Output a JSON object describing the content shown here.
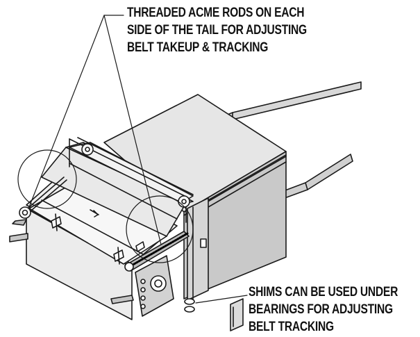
{
  "callouts": {
    "acme_rods": {
      "lines": [
        "THREADED ACME RODS ON EACH",
        "SIDE OF THE TAIL FOR ADJUSTING",
        "BELT TAKEUP & TRACKING"
      ]
    },
    "shims": {
      "lines": [
        "SHIMS CAN BE USED UNDER",
        "BEARINGS FOR ADJUSTING",
        "BELT TRACKING"
      ]
    }
  },
  "colors": {
    "line": "#1a1a1a",
    "steel_light": "#e4e4e4",
    "steel_mid": "#cfcfcf",
    "steel_dark": "#a9a9a9",
    "background": "#ffffff"
  }
}
